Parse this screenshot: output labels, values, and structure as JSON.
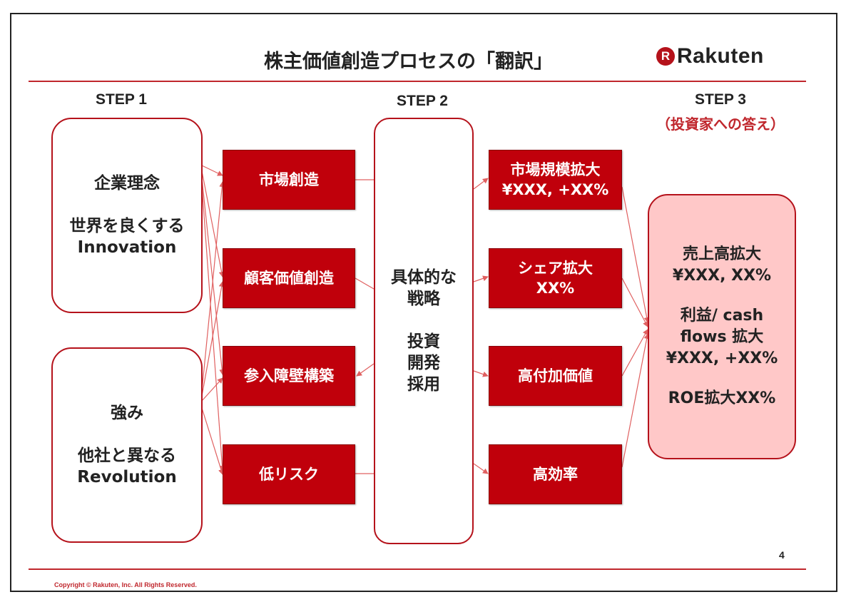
{
  "title": "株主価値創造プロセスの「翻訳」",
  "logo": {
    "mark": "R",
    "text": "Rakuten"
  },
  "steps": {
    "step1": "STEP 1",
    "step2": "STEP 2",
    "step3": "STEP 3",
    "step3_sub": "（投資家への答え）"
  },
  "step1_boxes": {
    "top": {
      "line1": "企業理念",
      "line2": "世界を良くする",
      "line3": "Innovation"
    },
    "bottom": {
      "line1": "強み",
      "line2": "他社と異なる",
      "line3": "Revolution"
    }
  },
  "value_boxes": [
    "市場創造",
    "顧客価値創造",
    "参入障壁構築",
    "低リスク"
  ],
  "step2_box": {
    "line1": "具体的な",
    "line2": "戦略",
    "line3": "投資",
    "line4": "開発",
    "line5": "採用"
  },
  "outcome_boxes": [
    {
      "line1": "市場規模拡大",
      "line2": "¥XXX, +XX%"
    },
    {
      "line1": "シェア拡大",
      "line2": "XX%"
    },
    {
      "line1": "高付加価値",
      "line2": ""
    },
    {
      "line1": "高効率",
      "line2": ""
    }
  ],
  "step3_box": {
    "l1": "売上高拡大",
    "l2": "¥XXX, XX%",
    "l3": "利益/ cash",
    "l4": "flows 拡大",
    "l5": "¥XXX, +XX%",
    "l6": "ROE拡大XX%"
  },
  "page_number": "4",
  "copyright": "Copyright © Rakuten, Inc. All Rights Reserved.",
  "colors": {
    "accent": "#c0000b",
    "rule": "#c0272d",
    "step3_fill": "#ffc8c8"
  }
}
